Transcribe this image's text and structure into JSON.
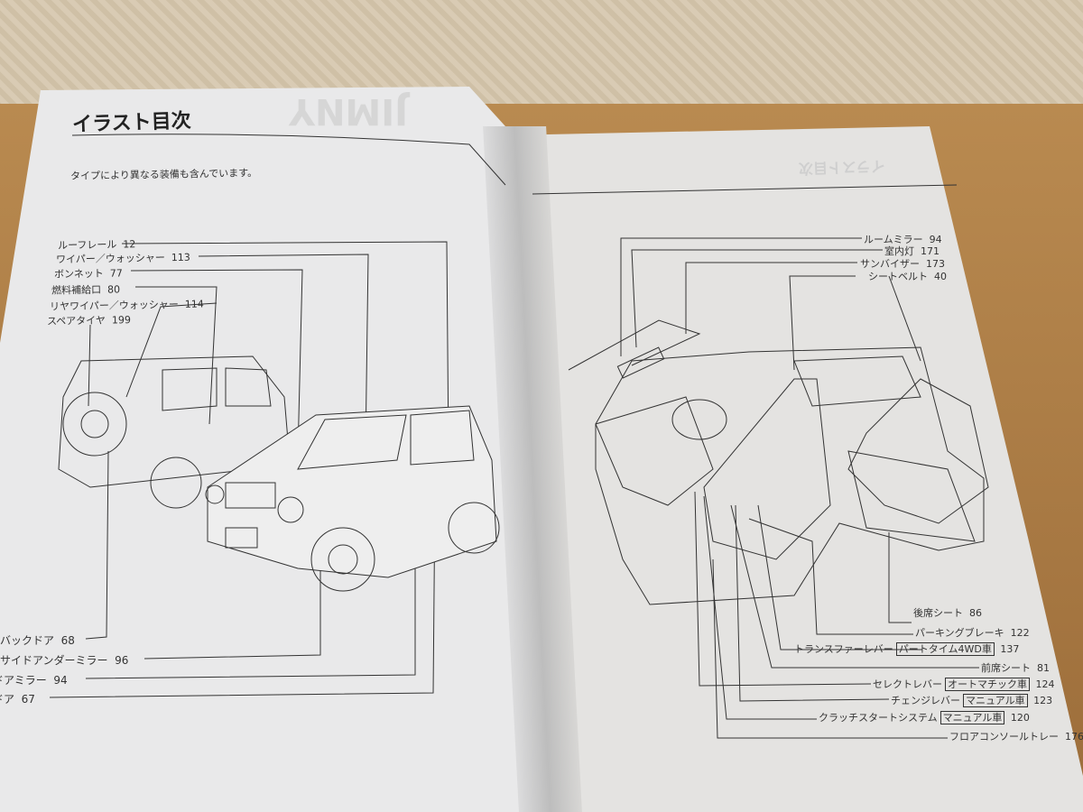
{
  "left_page": {
    "title": "イラスト目次",
    "subtitle": "タイプにより異なる装備も含んでいます。",
    "ghost_logo": "JIMNY",
    "top_labels": [
      {
        "label": "ルーフレール",
        "page": "12"
      },
      {
        "label": "ワイパー／ウォッシャー",
        "page": "113"
      },
      {
        "label": "ボンネット",
        "page": "77"
      },
      {
        "label": "燃料補給口",
        "page": "80"
      },
      {
        "label": "リヤワイパー／ウォッシャー",
        "page": "114"
      },
      {
        "label": "スペアタイヤ",
        "page": "199"
      }
    ],
    "bottom_labels": [
      {
        "label": "バックドア",
        "page": "68"
      },
      {
        "label": "サイドアンダーミラー",
        "page": "96"
      },
      {
        "label": "ドアミラー",
        "page": "94"
      },
      {
        "label": "ドア",
        "page": "67"
      }
    ]
  },
  "right_page": {
    "ghost_title": "イラスト目次",
    "top_labels": [
      {
        "label": "ルームミラー",
        "page": "94"
      },
      {
        "label": "室内灯",
        "page": "171"
      },
      {
        "label": "サンバイザー",
        "page": "173"
      },
      {
        "label": "シートベルト",
        "page": "40"
      }
    ],
    "bottom_labels": [
      {
        "label": "後席シート",
        "tag": "",
        "page": "86"
      },
      {
        "label": "パーキングブレーキ",
        "tag": "",
        "page": "122"
      },
      {
        "label": "トランスファーレバー",
        "tag": "パートタイム4WD車",
        "page": "137"
      },
      {
        "label": "前席シート",
        "tag": "",
        "page": "81"
      },
      {
        "label": "セレクトレバー",
        "tag": "オートマチック車",
        "page": "124"
      },
      {
        "label": "チェンジレバー",
        "tag": "マニュアル車",
        "page": "123"
      },
      {
        "label": "クラッチスタートシステム",
        "tag": "マニュアル車",
        "page": "120"
      },
      {
        "label": "フロアコンソールトレー",
        "tag": "",
        "page": "176"
      }
    ]
  }
}
